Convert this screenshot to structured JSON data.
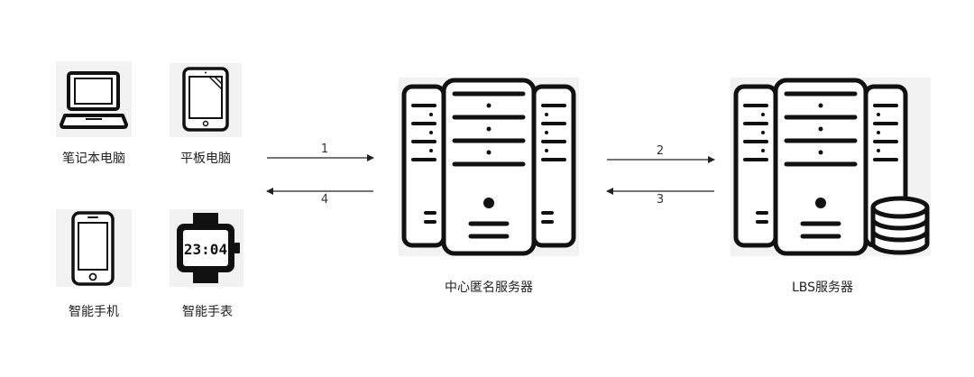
{
  "devices": {
    "laptop": {
      "label": "笔记本电脑",
      "icon": "laptop-icon"
    },
    "tablet": {
      "label": "平板电脑",
      "icon": "tablet-icon"
    },
    "phone": {
      "label": "智能手机",
      "icon": "smartphone-icon"
    },
    "watch": {
      "label": "智能手表",
      "icon": "smartwatch-icon",
      "display": "23:04"
    }
  },
  "servers": {
    "anonymizer": {
      "label": "中心匿名服务器",
      "icon": "server-icon"
    },
    "lbs": {
      "label": "LBS服务器",
      "icon": "server-database-icon"
    }
  },
  "arrows": {
    "a1": "1",
    "a2": "2",
    "a3": "3",
    "a4": "4"
  },
  "colors": {
    "stroke": "#111111",
    "tile": "#f2f2f2",
    "arrow": "#222222"
  }
}
